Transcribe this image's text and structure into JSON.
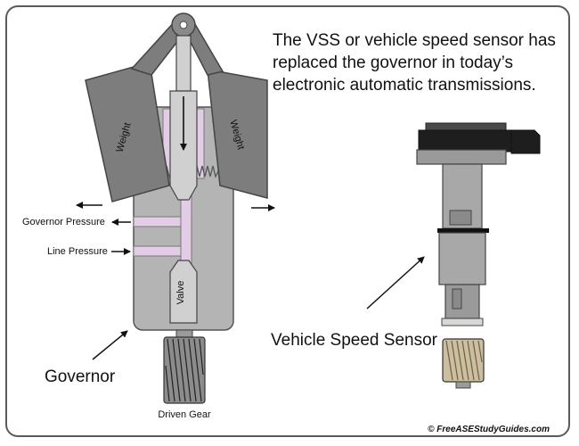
{
  "caption": {
    "lines": [
      "The VSS or vehicle speed sensor has",
      "replaced the governor in today’s",
      "electronic automatic transmissions."
    ]
  },
  "governor": {
    "weight_left": "Weight",
    "weight_right": "Weight",
    "valve": "Valve",
    "governor_pressure": "Governor Pressure",
    "line_pressure": "Line Pressure",
    "driven_gear": "Driven Gear",
    "name": "Governor"
  },
  "vss": {
    "name": "Vehicle Speed Sensor"
  },
  "copyright": "© FreeASEStudyGuides.com",
  "colors": {
    "body_gray": "#b4b4b4",
    "weight_gray": "#7d7d7d",
    "passage_pink": "#e3cde6",
    "connector_black": "#1e1e1e",
    "gear_tan": "#cbbf9f"
  }
}
